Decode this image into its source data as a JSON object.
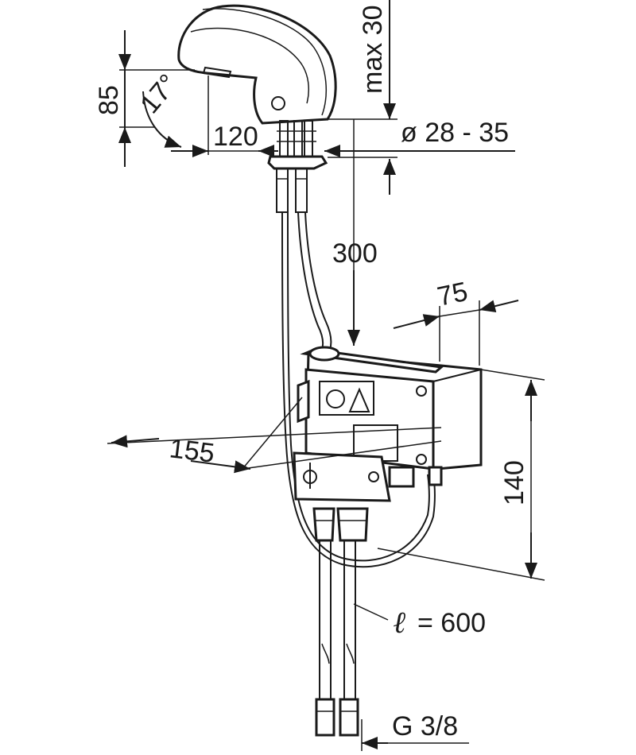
{
  "dimensions": {
    "height_85": "85",
    "angle_17": "17°",
    "reach_120": "120",
    "max_30": "max 30",
    "diameter": "ø 28 - 35",
    "cable_300": "300",
    "width_75": "75",
    "depth_155": "155",
    "height_140": "140",
    "hose_length_symbol": "ℓ",
    "hose_length": "= 600",
    "thread": "G 3/8"
  },
  "colors": {
    "ink": "#1a1a1a",
    "paper": "#ffffff"
  },
  "icons": {
    "control_panel": [
      "circle-icon",
      "triangle-icon"
    ]
  }
}
